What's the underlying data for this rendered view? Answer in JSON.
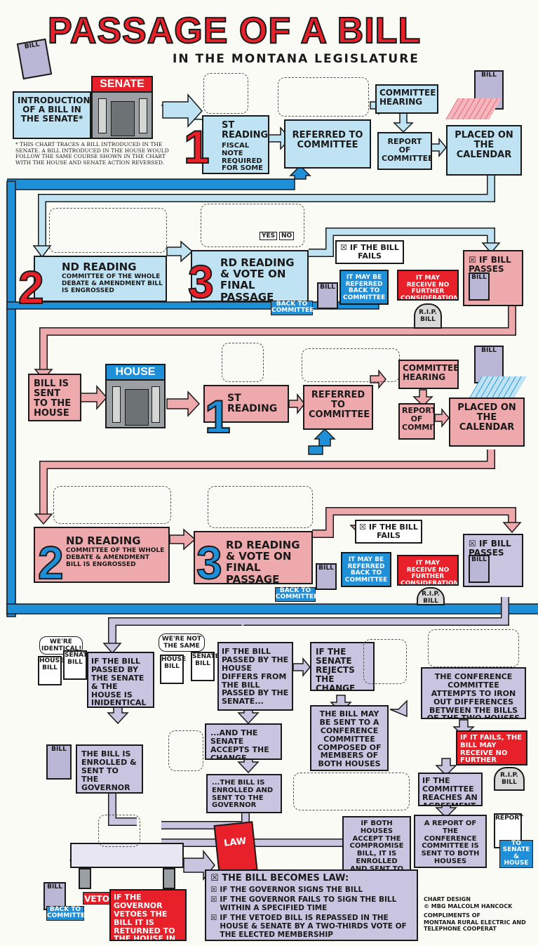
{
  "title": "PASSAGE OF A BILL",
  "subtitle": "IN THE MONTANA LEGISLATURE",
  "colors": {
    "blue": "#bfe3f3",
    "pink": "#eea9ad",
    "lavender": "#c9c5e0",
    "red": "#e8202a",
    "bright_blue": "#1f8fd8"
  },
  "senate_section": {
    "senate_sign": "SENATE",
    "bill_doc": "BILL",
    "intro": "INTRODUCTION OF A BILL IN THE SENATE*",
    "footnote": "* THIS CHART TRACES A BILL INTRODUCED IN THE SENATE. A BILL INTRODUCED IN THE HOUSE WOULD FOLLOW THE SAME COURSE SHOWN IN THE CHART WITH THE HOUSE AND SENATE ACTION REVERSED.",
    "first_num": "1",
    "first_reading": "ST READING",
    "fiscal_note": "FISCAL NOTE REQUIRED FOR SOME BILLS",
    "referred": "REFERRED TO COMMITTEE",
    "hearing": "COMMITTEE HEARING",
    "report": "REPORT OF COMMITTEE",
    "calendar": "PLACED ON THE CALENDAR",
    "calendar_doc": "BILL",
    "second_num": "2",
    "second_reading": "ND READING",
    "second_detail": "COMMITTEE OF THE WHOLE DEBATE & AMENDMENT BILL IS ENGROSSED",
    "third_num": "3",
    "third_reading": "RD READING & VOTE ON FINAL PASSAGE",
    "vote_yes": "YES",
    "vote_no": "NO",
    "if_fails": "IF THE BILL FAILS",
    "referred_back": "IT MAY BE REFERRED BACK TO COMMITTEE",
    "back_to_committee": "BACK TO COMMITTEE",
    "failed_doc": "BILL",
    "no_further": "IT MAY RECEIVE NO FURTHER CONSIDERATION",
    "rip": "R.I.P. BILL",
    "if_passes": "IF BILL PASSES",
    "passed_doc": "BILL"
  },
  "house_section": {
    "sent": "BILL IS SENT TO THE HOUSE",
    "house_sign": "HOUSE",
    "first_num": "1",
    "first_reading": "ST READING",
    "referred": "REFERRED TO COMMITTEE",
    "hearing": "COMMITTEE HEARING",
    "report": "REPORT OF COMMITTEE",
    "calendar": "PLACED ON THE CALENDAR",
    "calendar_doc": "BILL",
    "second_num": "2",
    "second_reading": "ND READING",
    "second_detail": "COMMITTEE OF THE WHOLE DEBATE & AMENDMENT BILL IS ENGROSSED",
    "third_num": "3",
    "third_reading": "RD READING & VOTE ON FINAL PASSAGE",
    "if_fails": "IF THE BILL FAILS",
    "referred_back": "IT MAY BE REFERRED BACK TO COMMITTEE",
    "back_to_committee": "BACK TO COMMITTEE",
    "failed_doc": "BILL",
    "no_further": "IT MAY RECEIVE NO FURTHER CONSIDERATION",
    "rip": "R.I.P. BILL",
    "if_passes": "IF BILL PASSES",
    "passed_doc": "BILL"
  },
  "final_section": {
    "identical_bubble": "WE'RE IDENTICAL!",
    "house_bill": "HOUSE BILL",
    "senate_bill": "SENATE BILL",
    "identical": "IF THE BILL PASSED BY THE SENATE & THE HOUSE IS INIDENTICAL FORM",
    "not_same_bubble": "WE'RE NOT THE SAME",
    "differs": "IF THE BILL PASSED BY THE HOUSE DIFFERS FROM THE BILL PASSED BY THE SENATE...",
    "rejects": "IF THE SENATE REJECTS THE CHANGE",
    "conference_attempts": "THE CONFERENCE COMMITTEE ATTEMPTS TO IRON OUT DIFFERENCES BETWEEN THE BILLS OF THE TWO HOUSES",
    "enrolled_governor": "THE BILL IS ENROLLED & SENT TO THE GOVERNOR",
    "enrolled_doc": "BILL",
    "senate_accepts": "...AND THE SENATE ACCEPTS THE CHANGE",
    "enrolled_sent": "...THE BILL IS ENROLLED AND SENT TO THE GOVERNOR",
    "may_be_sent": "THE BILL MAY BE SENT TO A CONFERENCE COMMITTEE COMPOSED OF MEMBERS OF BOTH HOUSES",
    "if_fails": "IF IT FAILS, THE BILL MAY RECEIVE NO FURTHER CONSIDERATION",
    "rip": "R.I.P. BILL",
    "reaches_agreement": "IF THE COMMITTEE REACHES AN AGREEMENT",
    "report_sent": "A REPORT OF THE CONFERENCE COMMITTEE IS SENT TO BOTH HOUSES",
    "report_doc": "REPORT",
    "to_senate_house": "TO SENATE & HOUSE",
    "both_accept": "IF BOTH HOUSES ACCEPT THE COMPROMISE BILL, IT IS ENROLLED AND SENT TO THE GOVERNOR",
    "law": "LAW",
    "veto": "VETO",
    "veto_text": "IF THE GOVERNOR VETOES THE BILL IT IS RETURNED TO THE HOUSE IN WHICH IT ORIGINATED",
    "veto_doc": "BILL",
    "back_to_committee": "BACK TO COMMITTEE",
    "becomes_law": "THE BILL BECOMES LAW:",
    "law_items": [
      "IF THE GOVERNOR SIGNS THE BILL",
      "IF THE GOVERNOR FAILS TO SIGN THE BILL WITHIN A SPECIFIED TIME",
      "IF THE VETOED BILL IS REPASSED IN THE HOUSE & SENATE BY A TWO-THIRDS VOTE OF THE ELECTED MEMBERSHIP"
    ],
    "credit_line1": "CHART DESIGN",
    "credit_line2": "© MBG MALCOLM HANCOCK",
    "credit_line3": "COMPLIMENTS OF",
    "credit_line4": "MONTANA RURAL ELECTRIC AND TELEPHONE COOPERAT"
  }
}
